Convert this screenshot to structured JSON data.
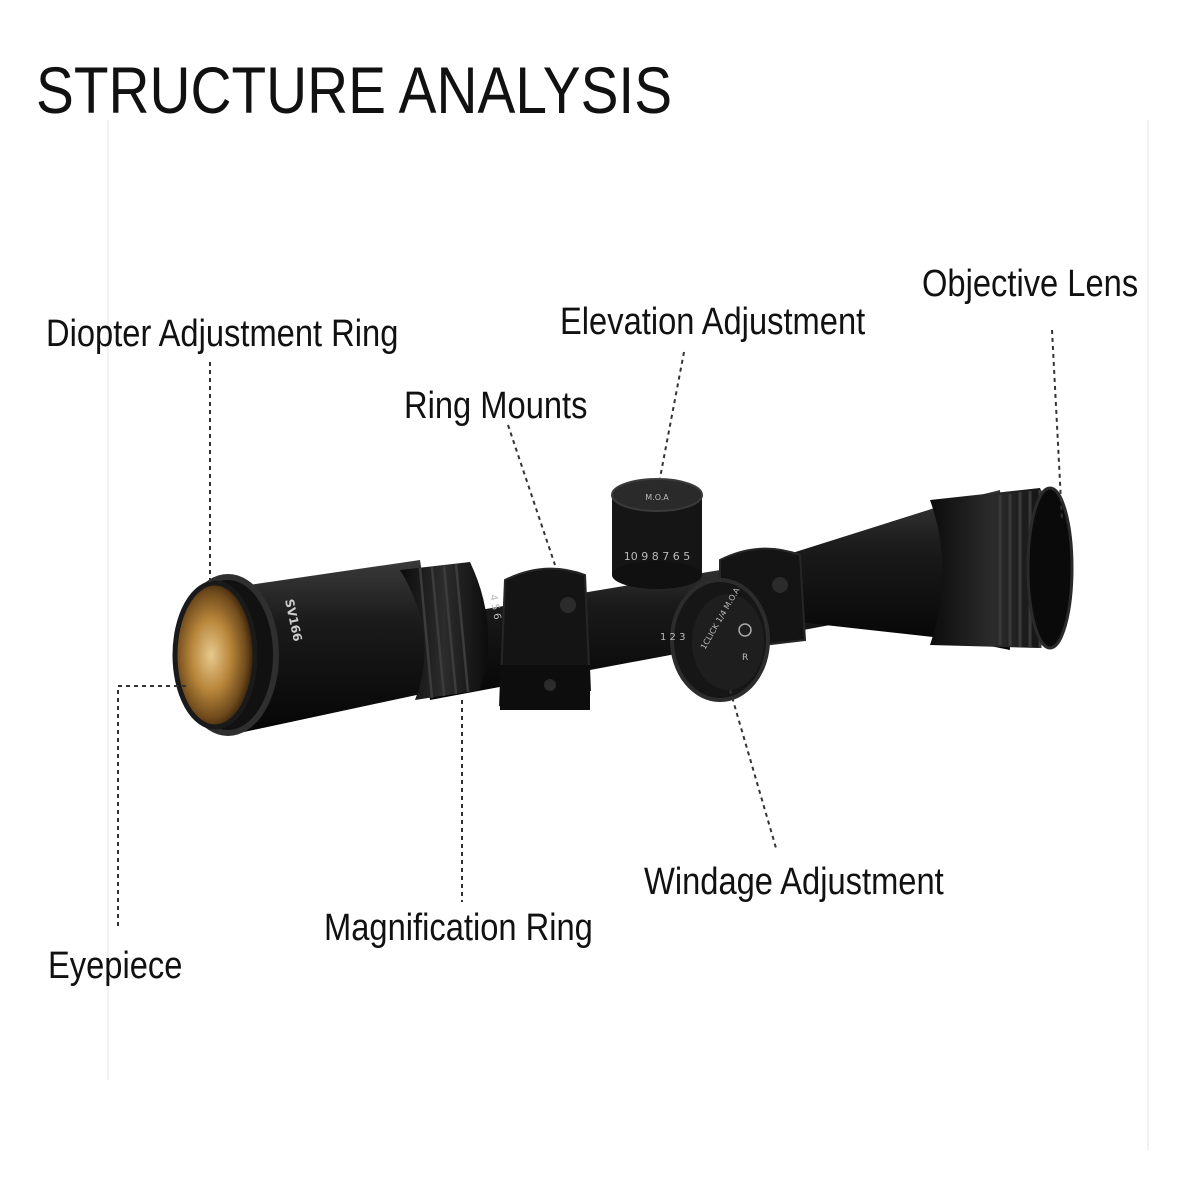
{
  "title": "STRUCTURE ANALYSIS",
  "labels": {
    "diopter_adjustment_ring": "Diopter Adjustment Ring",
    "ring_mounts": "Ring Mounts",
    "elevation_adjustment": "Elevation Adjustment",
    "objective_lens": "Objective Lens",
    "windage_adjustment": "Windage Adjustment",
    "magnification_ring": "Magnification Ring",
    "eyepiece": "Eyepiece"
  },
  "scope_markings": {
    "model": "SV166",
    "windage_dial": "1CLICK 1/4 M.O.A",
    "windage_direction": "R",
    "elevation_dial": "M.O.A",
    "elevation_numbers": "10 9 8 7 6 5",
    "windage_numbers": "1 2 3",
    "magnification_numbers": "4 5 6"
  },
  "colors": {
    "text": "#111111",
    "scope_body": "#161616",
    "lens_tint": "#b8863a",
    "leader_line": "#333333"
  }
}
